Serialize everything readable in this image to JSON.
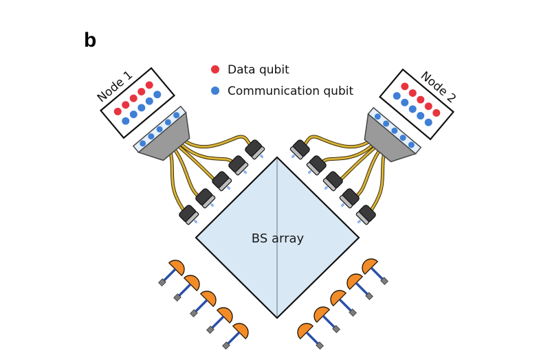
{
  "figure": {
    "panel_label": "b",
    "legend": [
      {
        "label": "Data qubit",
        "color": "#e8343f"
      },
      {
        "label": "Communication qubit",
        "color": "#3f7fd6"
      }
    ],
    "nodes": [
      {
        "label": "Node 1"
      },
      {
        "label": "Node 2"
      }
    ],
    "beam_splitter": {
      "label": "BS array",
      "fill": "#d8e8f4"
    },
    "colors": {
      "data_qubit": "#e8343f",
      "communication_qubit": "#3f7fd6",
      "fiber": "#d9b43a",
      "collimator": "#3a3a3c",
      "detector": "#f28c28",
      "detector_fiber": "#2b4fa8",
      "coupler": "#9a9a9a"
    },
    "counts": {
      "channels_per_node": 5,
      "detectors_per_side": 5
    }
  }
}
